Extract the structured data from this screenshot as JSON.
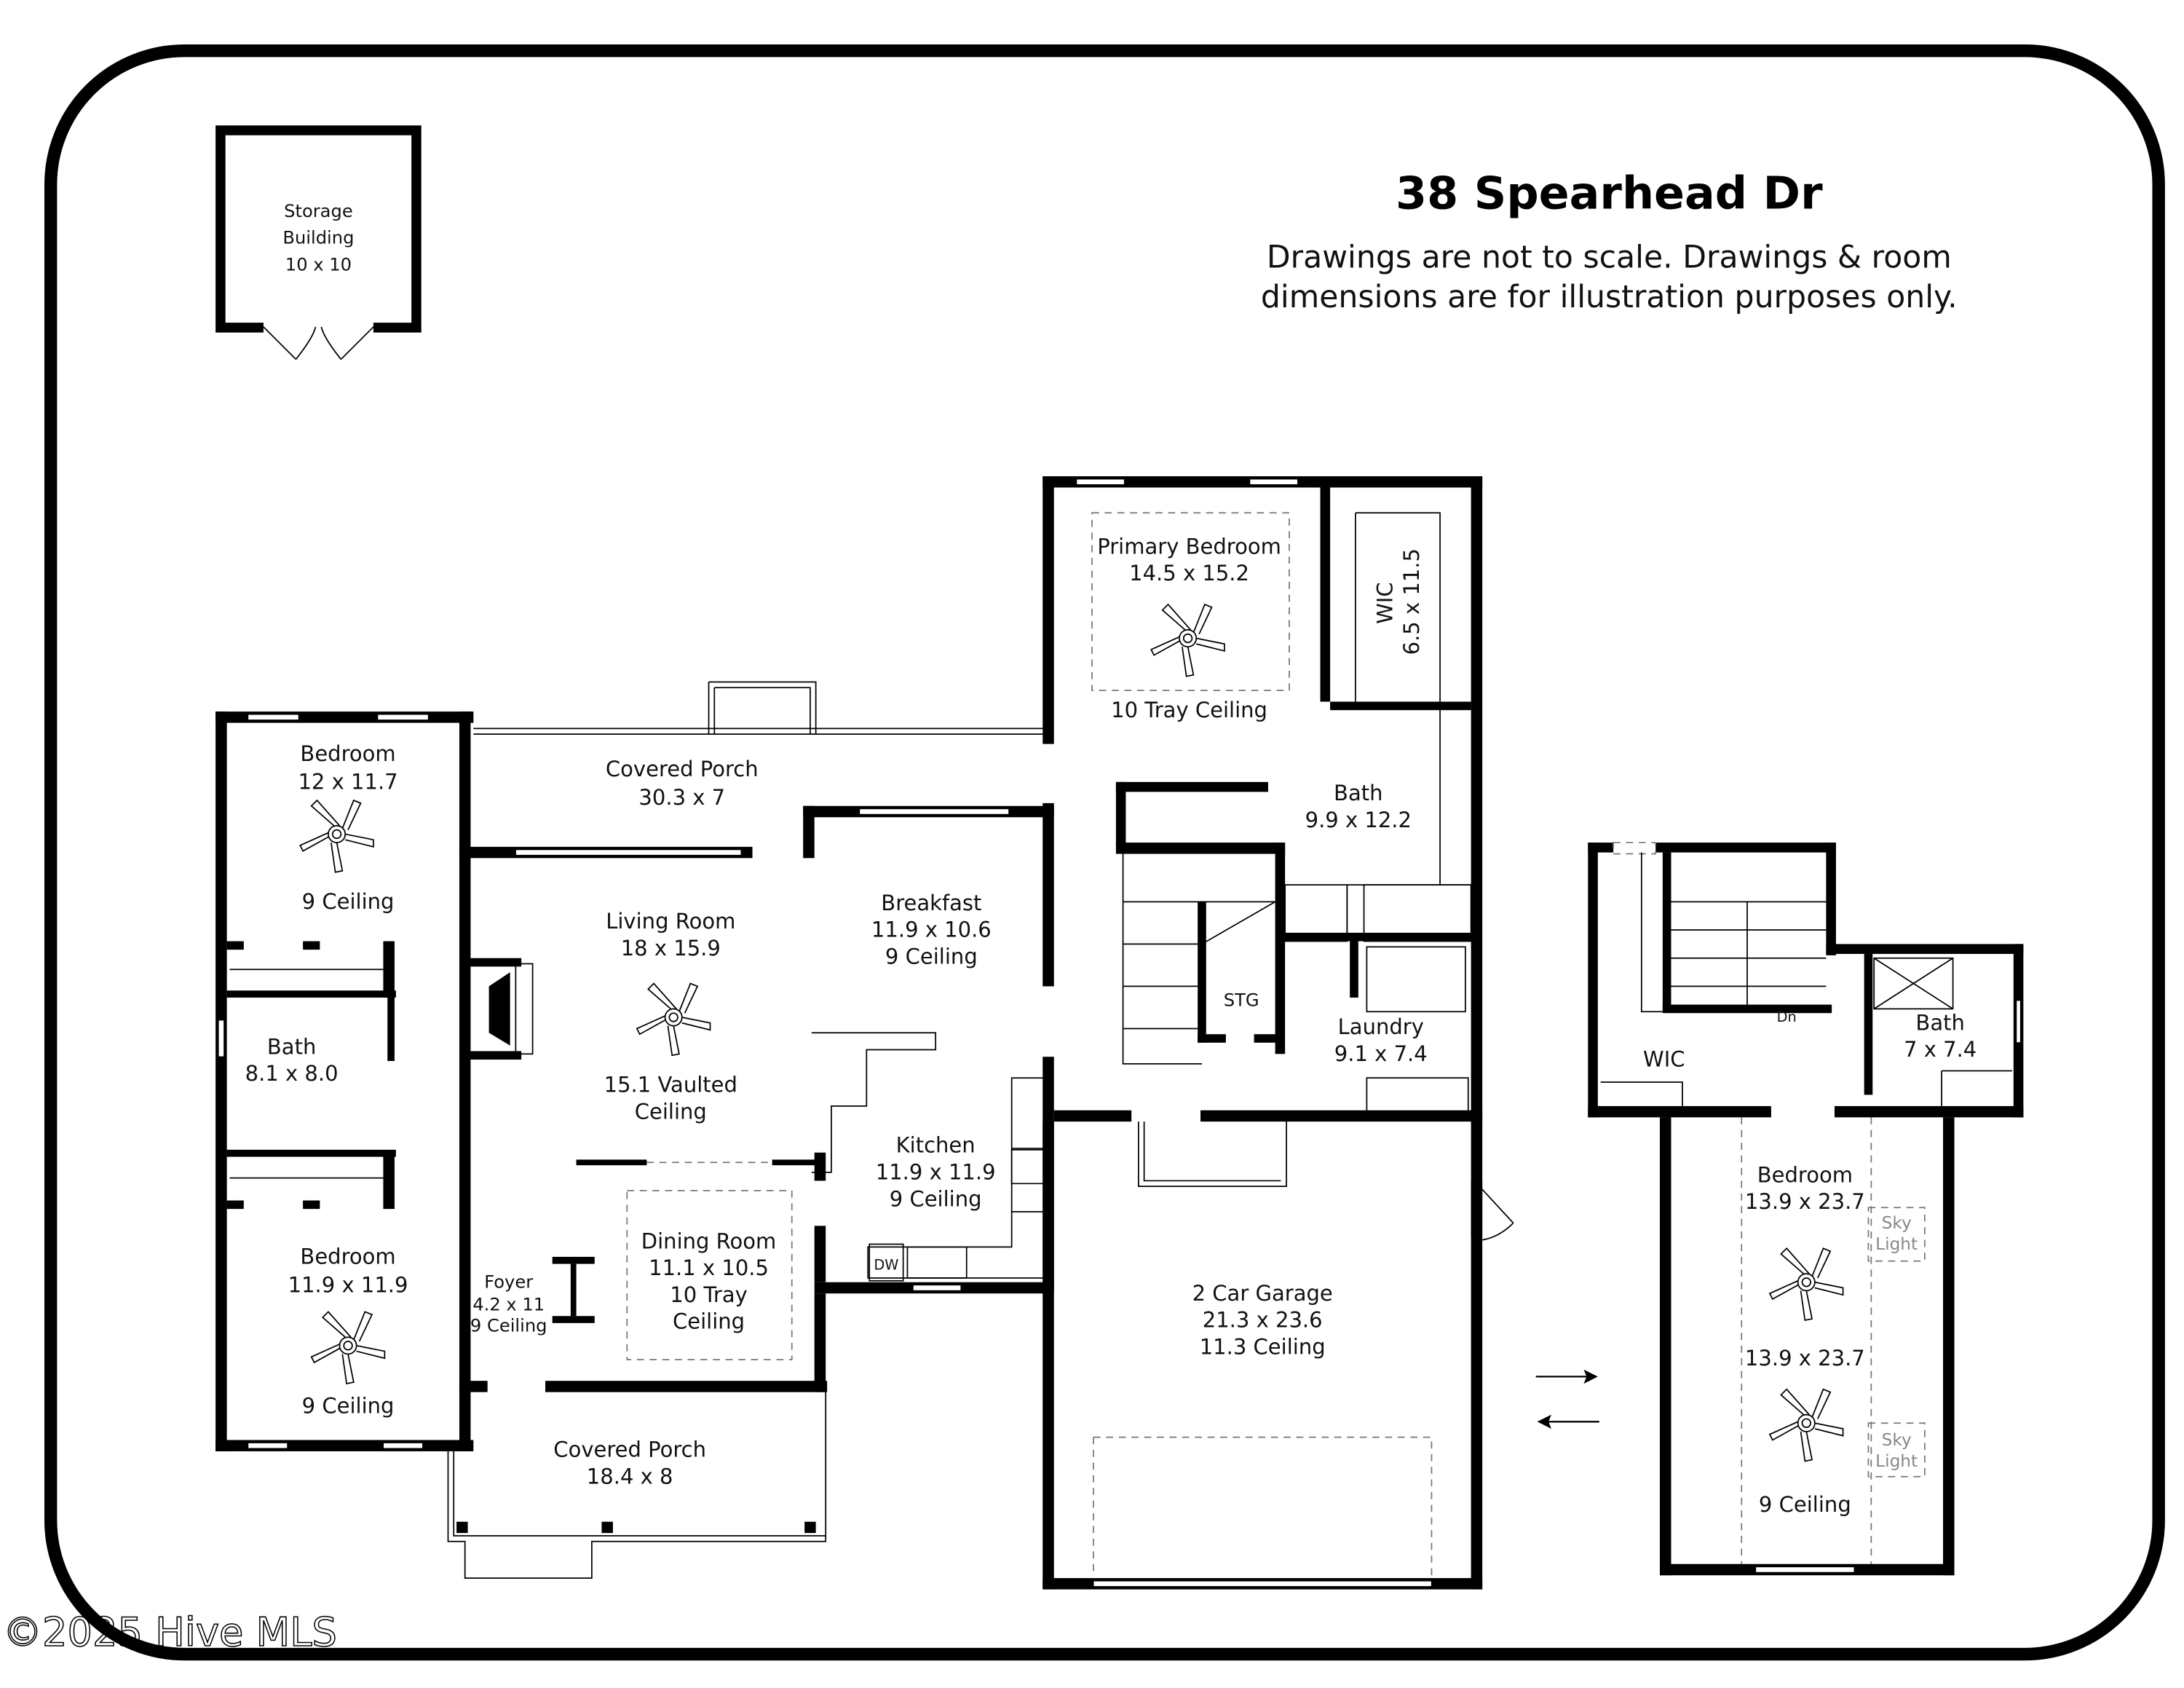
{
  "header": {
    "address": "38 Spearhead Dr",
    "disclaimer_line1": "Drawings are not to scale. Drawings & room",
    "disclaimer_line2": "dimensions are for illustration purposes only."
  },
  "watermark": "©2025 Hive MLS",
  "storage_building": {
    "name": "Storage",
    "name2": "Building",
    "dims": "10 x 10"
  },
  "main_floor": {
    "bedroom_front": {
      "name": "Bedroom",
      "dims": "12 x 11.7",
      "ceiling": "9 Ceiling"
    },
    "bath_hall": {
      "name": "Bath",
      "dims": "8.1 x 8.0"
    },
    "bedroom_rear": {
      "name": "Bedroom",
      "dims": "11.9 x 11.9",
      "ceiling": "9 Ceiling"
    },
    "covered_porch_back": {
      "name": "Covered Porch",
      "dims": "30.3 x 7"
    },
    "living_room": {
      "name": "Living Room",
      "dims": "18 x 15.9",
      "ceiling1": "15.1 Vaulted",
      "ceiling2": "Ceiling"
    },
    "breakfast": {
      "name": "Breakfast",
      "dims": "11.9 x 10.6",
      "ceiling": "9 Ceiling"
    },
    "kitchen": {
      "name": "Kitchen",
      "dims": "11.9 x 11.9",
      "ceiling": "9 Ceiling",
      "dishwasher": "DW"
    },
    "dining_room": {
      "name": "Dining Room",
      "dims": "11.1 x 10.5",
      "ceiling1": "10 Tray",
      "ceiling2": "Ceiling"
    },
    "foyer": {
      "name": "Foyer",
      "dims": "4.2 x 11",
      "ceiling": "9 Ceiling"
    },
    "covered_porch_front": {
      "name": "Covered Porch",
      "dims": "18.4 x 8"
    },
    "primary_bedroom": {
      "name": "Primary Bedroom",
      "dims": "14.5 x 15.2",
      "ceiling": "10 Tray Ceiling"
    },
    "primary_wic": {
      "name": "WIC",
      "dims": "6.5 x 11.5"
    },
    "primary_bath": {
      "name": "Bath",
      "dims": "9.9 x 12.2"
    },
    "storage_closet": {
      "name": "STG"
    },
    "laundry": {
      "name": "Laundry",
      "dims": "9.1 x 7.4"
    },
    "garage": {
      "name": "2 Car Garage",
      "dims": "21.3 x 23.6",
      "ceiling": "11.3 Ceiling"
    }
  },
  "upper_floor": {
    "wic": {
      "name": "WIC"
    },
    "stairs_label": "Dn",
    "bath": {
      "name": "Bath",
      "dims": "7 x 7.4"
    },
    "bedroom": {
      "name": "Bedroom",
      "dims": "13.9 x 23.7",
      "dims_repeat": "13.9 x 23.7",
      "ceiling": "9 Ceiling",
      "skylight1": "Sky",
      "skylight1b": "Light",
      "skylight2": "Sky",
      "skylight2b": "Light"
    }
  },
  "colors": {
    "wall": "#000000",
    "background": "#ffffff",
    "skylight_text": "#888888"
  }
}
